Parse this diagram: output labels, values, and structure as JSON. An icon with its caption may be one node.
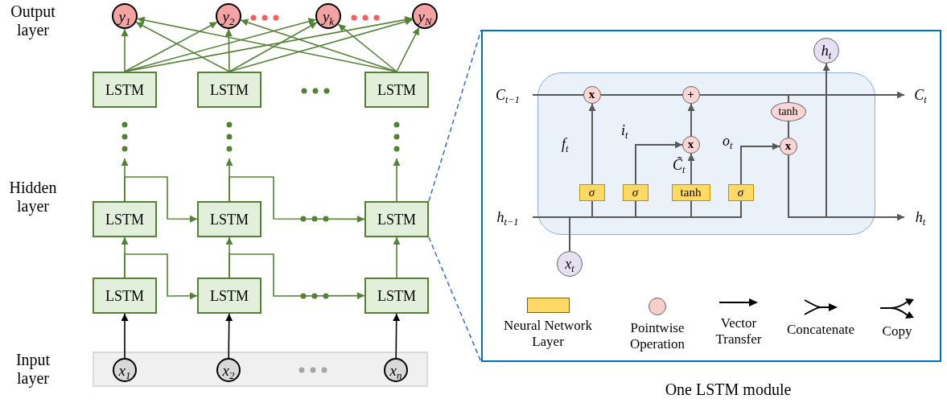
{
  "diagram": {
    "caption": "One LSTM module",
    "nodes": [
      {
        "text": [
          "y$_{1}$"
        ]
      },
      {
        "text": [
          "y$_{2}$"
        ]
      },
      {
        "text": [
          "y$_{k}$"
        ]
      },
      {
        "text": [
          "y$_{N}$"
        ]
      },
      {
        "text": [
          "LSTM"
        ]
      },
      {
        "text": [
          "LSTM"
        ]
      },
      {
        "text": [
          "LSTM"
        ]
      },
      {
        "text": [
          "LSTM"
        ]
      },
      {
        "text": [
          "LSTM"
        ]
      },
      {
        "text": [
          "LSTM"
        ]
      },
      {
        "text": [
          "LSTM"
        ]
      },
      {
        "text": [
          "LSTM"
        ]
      },
      {
        "text": [
          "LSTM"
        ]
      },
      {
        "text": [],
        "shape": "box"
      },
      {
        "text": [
          "x$_{1}$"
        ],
        "in": 13
      },
      {
        "text": [
          "x$_{2}$"
        ],
        "in": 13
      },
      {
        "text": [
          "x$_{n}$"
        ],
        "in": 13
      },
      {
        "text": [],
        "shape": "box"
      },
      {
        "text": [],
        "shape": "box",
        "in": 17
      },
      {
        "text": [
          "C$_{t−1}$"
        ],
        "in": 17
      },
      {
        "text": [
          "h$_{t}$"
        ],
        "in": 17
      },
      {
        "text": [
          "x"
        ],
        "in": 18
      },
      {
        "text": [
          "+"
        ],
        "in": 18
      },
      {
        "text": [
          "C$_{t}$"
        ],
        "in": 17
      },
      {
        "text": [
          "tanh"
        ],
        "in": 18
      },
      {
        "text": [
          "x"
        ],
        "in": 18
      },
      {
        "text": [
          "x"
        ],
        "in": 18
      },
      {
        "text": [
          "σ"
        ],
        "in": 18
      },
      {
        "text": [
          "σ"
        ],
        "in": 18
      },
      {
        "text": [
          "tanh"
        ],
        "in": 18
      },
      {
        "text": [
          "σ"
        ],
        "in": 18
      },
      {
        "text": [
          "h$_{t−1}$"
        ],
        "in": 17
      },
      {
        "text": [
          "h$_{t}$"
        ],
        "in": 17
      },
      {
        "text": [
          "x$_{t}$"
        ],
        "in": 17
      }
    ],
    "edges": [
      {
        "from": 4,
        "to": 0,
        "arrow": "to"
      },
      {
        "from": 4,
        "to": 1,
        "arrow": "to"
      },
      {
        "from": 4,
        "to": 2,
        "arrow": "to"
      },
      {
        "from": 4,
        "to": 3,
        "arrow": "to"
      },
      {
        "from": 5,
        "to": 0,
        "arrow": "to"
      },
      {
        "from": 5,
        "to": 1,
        "arrow": "to"
      },
      {
        "from": 5,
        "to": 2,
        "arrow": "to"
      },
      {
        "from": 5,
        "to": 3,
        "arrow": "to"
      },
      {
        "from": 6,
        "to": 0,
        "arrow": "to"
      },
      {
        "from": 6,
        "to": 1,
        "arrow": "to"
      },
      {
        "from": 6,
        "to": 2,
        "arrow": "to"
      },
      {
        "from": 6,
        "to": 3,
        "arrow": "to"
      },
      {
        "from": 7,
        "to": null,
        "arrow": "to"
      },
      {
        "from": 8,
        "to": null,
        "arrow": "to"
      },
      {
        "from": 9,
        "to": null,
        "arrow": "to"
      },
      {
        "from": 7,
        "to": 8,
        "arrow": "to"
      },
      {
        "from": 8,
        "to": 9,
        "arrow": "to"
      },
      {
        "from": 10,
        "to": 7,
        "arrow": "to"
      },
      {
        "from": 11,
        "to": 8,
        "arrow": "to"
      },
      {
        "from": 12,
        "to": 9,
        "arrow": "to"
      },
      {
        "from": 10,
        "to": 11,
        "arrow": "to"
      },
      {
        "from": 11,
        "to": 12,
        "arrow": "to"
      },
      {
        "from": 14,
        "to": 10,
        "arrow": "to",
        "color": "#000000"
      },
      {
        "from": 15,
        "to": 11,
        "arrow": "to",
        "color": "#000000"
      },
      {
        "from": 16,
        "to": 12,
        "arrow": "to",
        "color": "#000000"
      },
      {
        "from": 9,
        "to": 17,
        "arrow": "none",
        "style": "dashed",
        "color": "#4472c4"
      },
      {
        "from": 9,
        "to": 17,
        "arrow": "none",
        "style": "dashed",
        "color": "#4472c4"
      },
      {
        "from": 19,
        "to": 21,
        "arrow": "none",
        "color": "#595959"
      },
      {
        "from": 21,
        "to": 22,
        "arrow": "none",
        "color": "#595959"
      },
      {
        "from": 22,
        "to": 23,
        "arrow": "to",
        "color": "#595959"
      },
      {
        "from": 22,
        "to": 24,
        "arrow": "none",
        "color": "#595959"
      },
      {
        "from": 24,
        "to": 26,
        "arrow": "none",
        "color": "#595959"
      },
      {
        "from": 26,
        "to": 32,
        "arrow": "to",
        "color": "#595959"
      },
      {
        "from": 26,
        "to": 20,
        "arrow": "to",
        "color": "#595959"
      },
      {
        "from": 31,
        "to": 27,
        "arrow": "none",
        "color": "#595959"
      },
      {
        "from": 31,
        "to": 28,
        "arrow": "none",
        "color": "#595959"
      },
      {
        "from": 31,
        "to": 29,
        "arrow": "none",
        "color": "#595959"
      },
      {
        "from": 31,
        "to": 30,
        "arrow": "none",
        "color": "#595959"
      },
      {
        "from": 33,
        "to": 27,
        "arrow": "none",
        "color": "#595959"
      },
      {
        "from": 33,
        "to": 28,
        "arrow": "none",
        "color": "#595959"
      },
      {
        "from": 33,
        "to": 29,
        "arrow": "none",
        "color": "#595959"
      },
      {
        "from": 33,
        "to": 30,
        "arrow": "none",
        "color": "#595959"
      },
      {
        "from": 27,
        "to": 21,
        "arrow": "to",
        "label": "f$_{t}$",
        "color": "#595959"
      },
      {
        "from": 28,
        "to": 25,
        "arrow": "to",
        "label": "i$_{t}$",
        "color": "#595959"
      },
      {
        "from": 29,
        "to": 25,
        "arrow": "to",
        "label": "C̃$_{t}$",
        "color": "#595959"
      },
      {
        "from": 25,
        "to": 22,
        "arrow": "to",
        "color": "#595959"
      },
      {
        "from": 30,
        "to": 26,
        "arrow": "to",
        "label": "o$_{t}$",
        "color": "#595959"
      }
    ],
    "labels": [
      "Output layer",
      "Hidden layer",
      "Input layer"
    ],
    "legend": [
      {
        "text": "Neural Network Layer",
        "color": "#ffd966"
      },
      {
        "text": "Pointwise Operation",
        "color": "#f8cecc"
      },
      {
        "text": "Vector Transfer"
      },
      {
        "text": "Concatenate"
      },
      {
        "text": "Copy"
      }
    ]
  }
}
